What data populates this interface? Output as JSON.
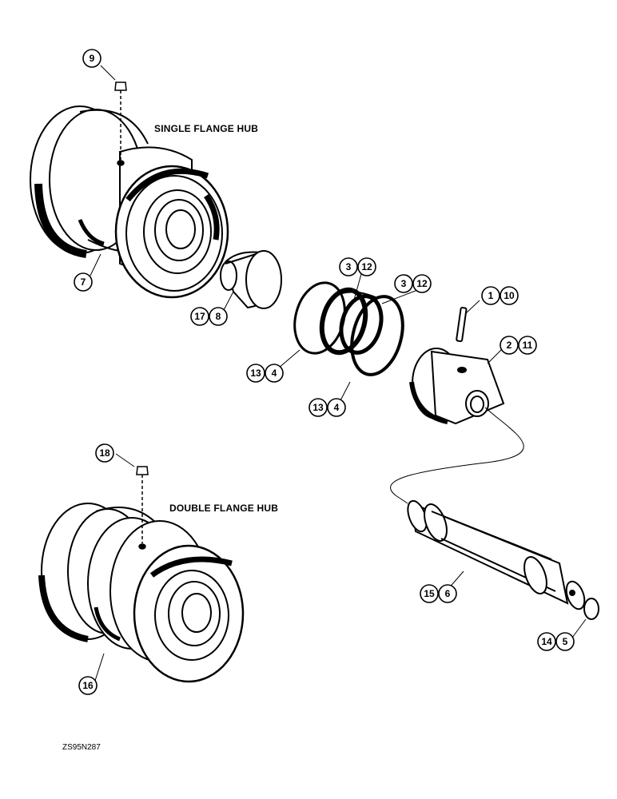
{
  "labels": {
    "single_flange_hub": "SINGLE FLANGE HUB",
    "double_flange_hub": "DOUBLE FLANGE HUB",
    "drawing_code": "ZS95N287"
  },
  "callouts": {
    "c9": "9",
    "c7": "7",
    "c17": "17",
    "c8": "8",
    "c3a": "3",
    "c12a": "12",
    "c3b": "3",
    "c12b": "12",
    "c13a": "13",
    "c4a": "4",
    "c13b": "13",
    "c4b": "4",
    "c1": "1",
    "c10": "10",
    "c2": "2",
    "c11": "11",
    "c18": "18",
    "c15": "15",
    "c6": "6",
    "c14": "14",
    "c5": "5",
    "c16": "16"
  }
}
